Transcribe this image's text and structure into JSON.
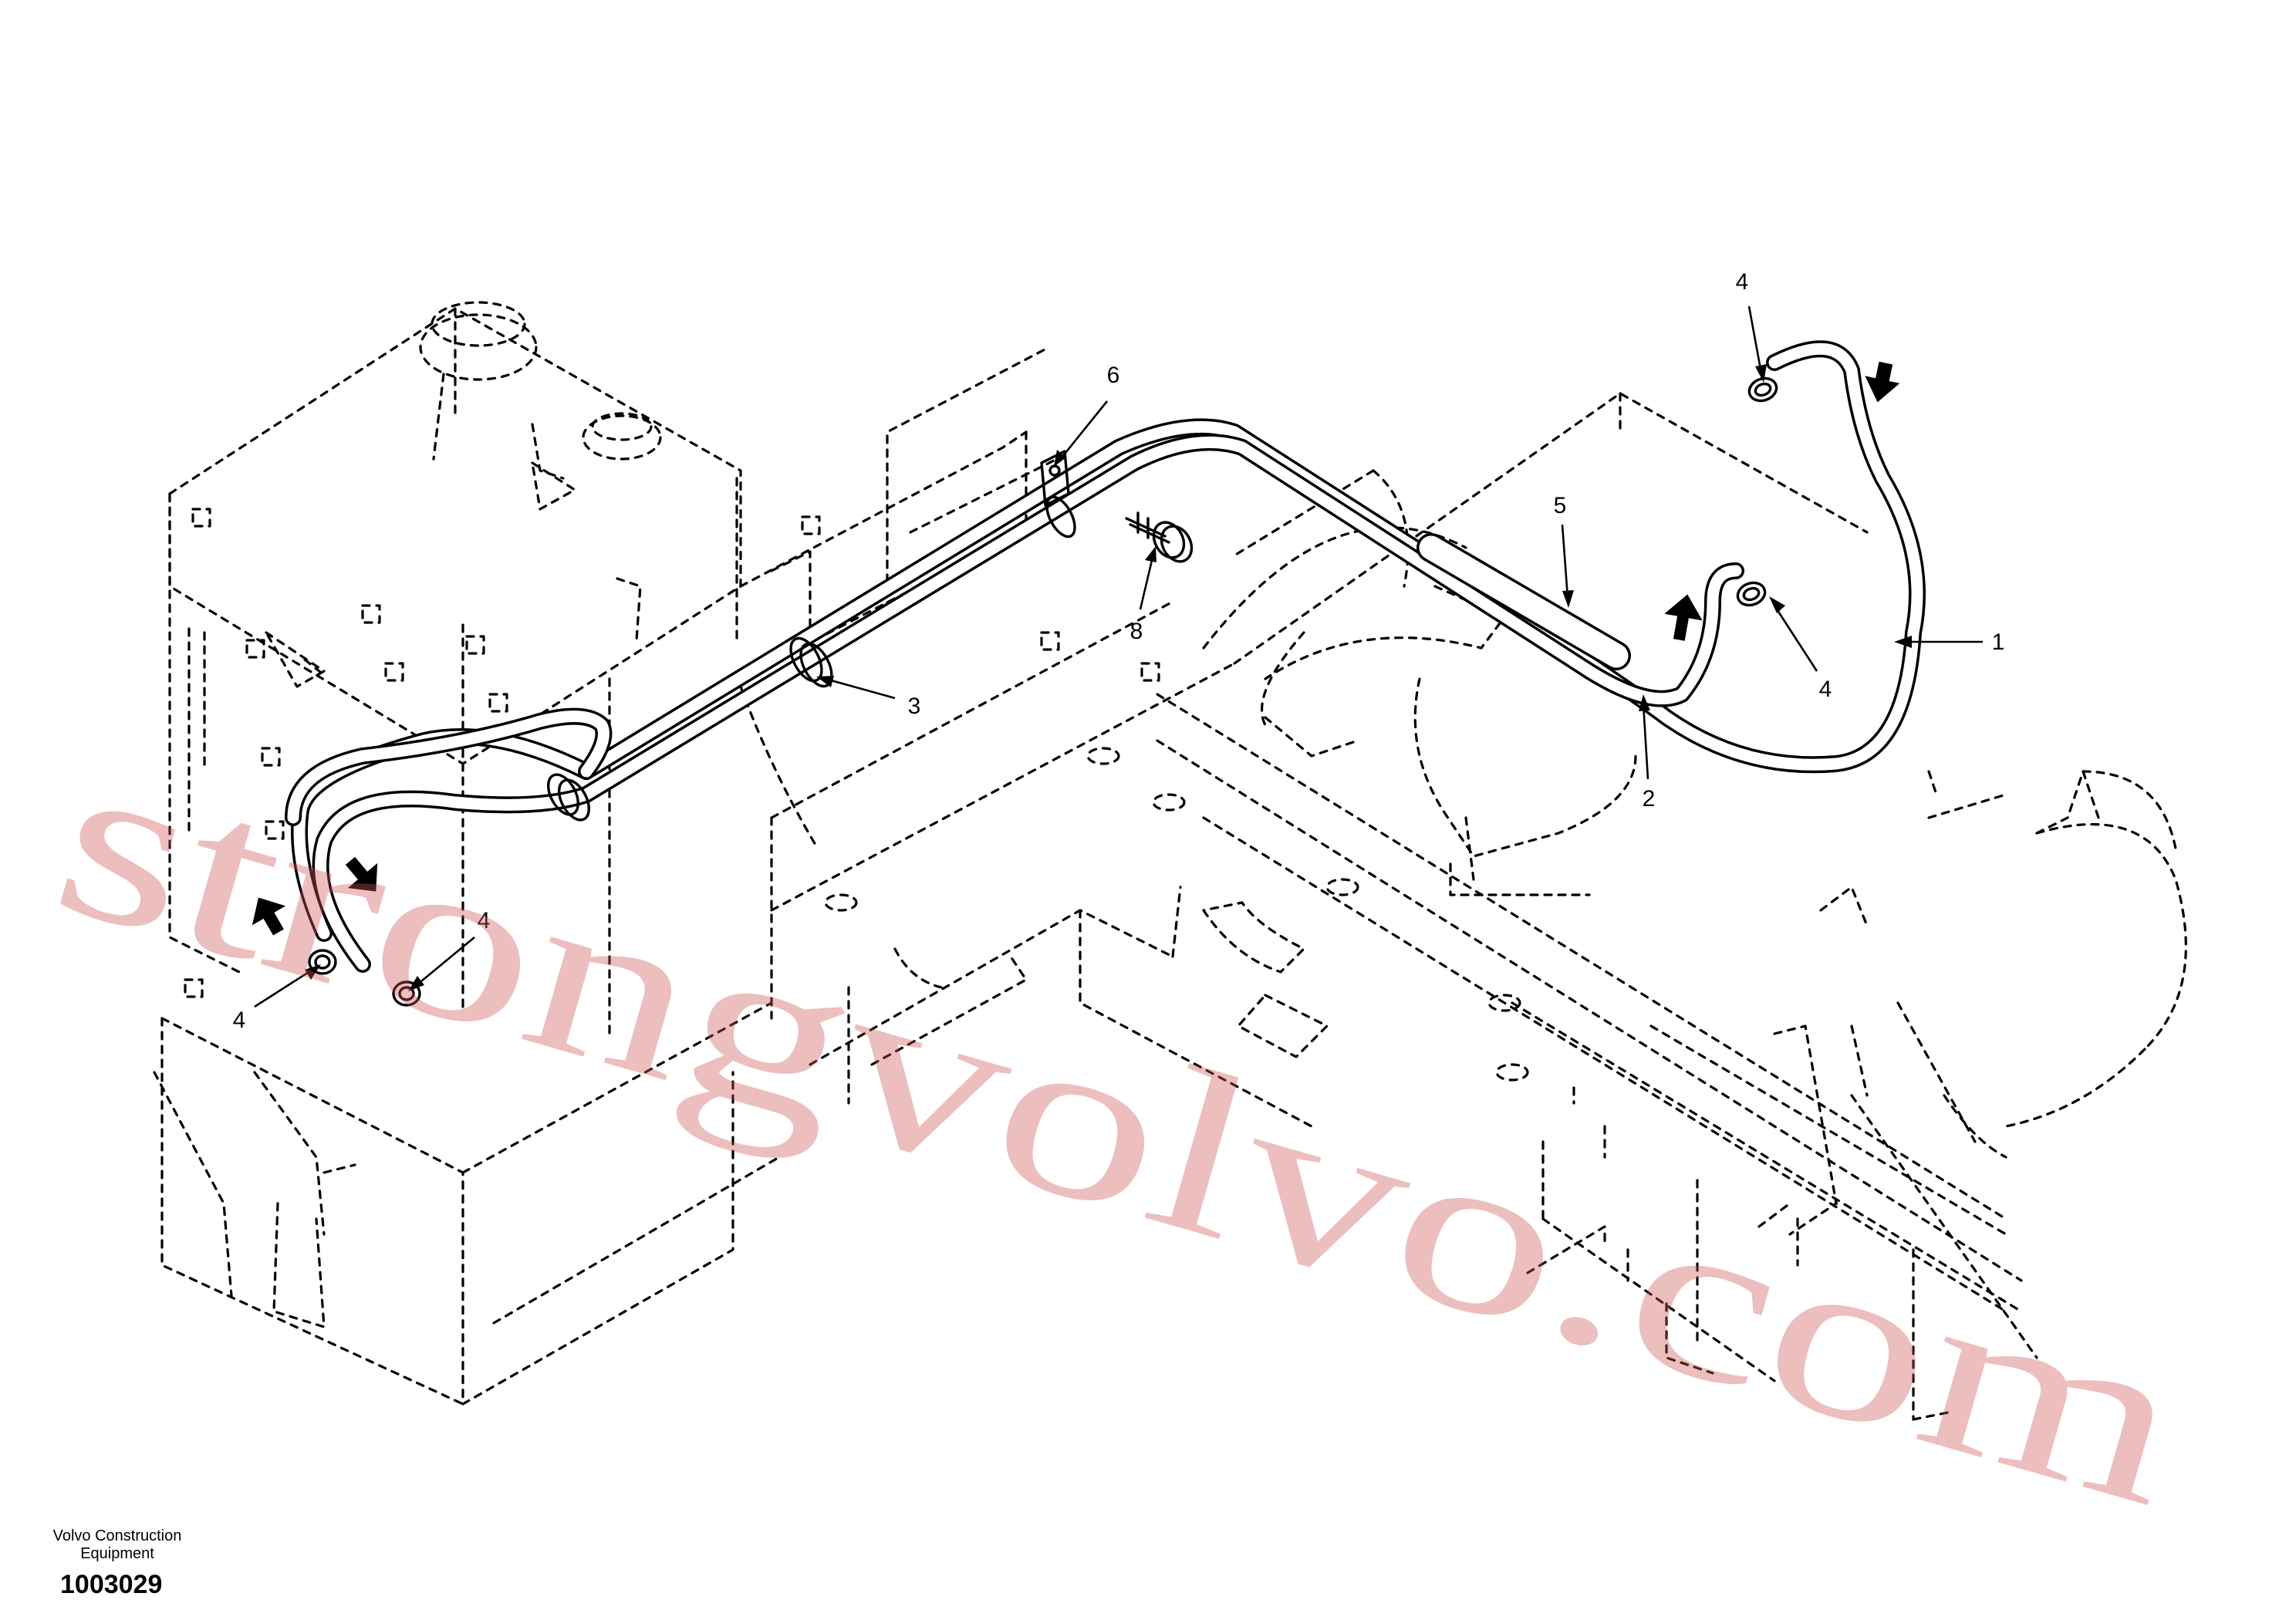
{
  "diagram": {
    "callouts": [
      {
        "id": "1",
        "label": "1"
      },
      {
        "id": "2",
        "label": "2"
      },
      {
        "id": "3",
        "label": "3"
      },
      {
        "id": "4a",
        "label": "4"
      },
      {
        "id": "4b",
        "label": "4"
      },
      {
        "id": "4c",
        "label": "4"
      },
      {
        "id": "4d",
        "label": "4"
      },
      {
        "id": "5",
        "label": "5"
      },
      {
        "id": "6",
        "label": "6"
      },
      {
        "id": "8",
        "label": "8"
      }
    ],
    "watermark": "strongvolvo.com",
    "company_line1": "Volvo Construction",
    "company_line2": "Equipment",
    "figure_number": "1003029"
  }
}
